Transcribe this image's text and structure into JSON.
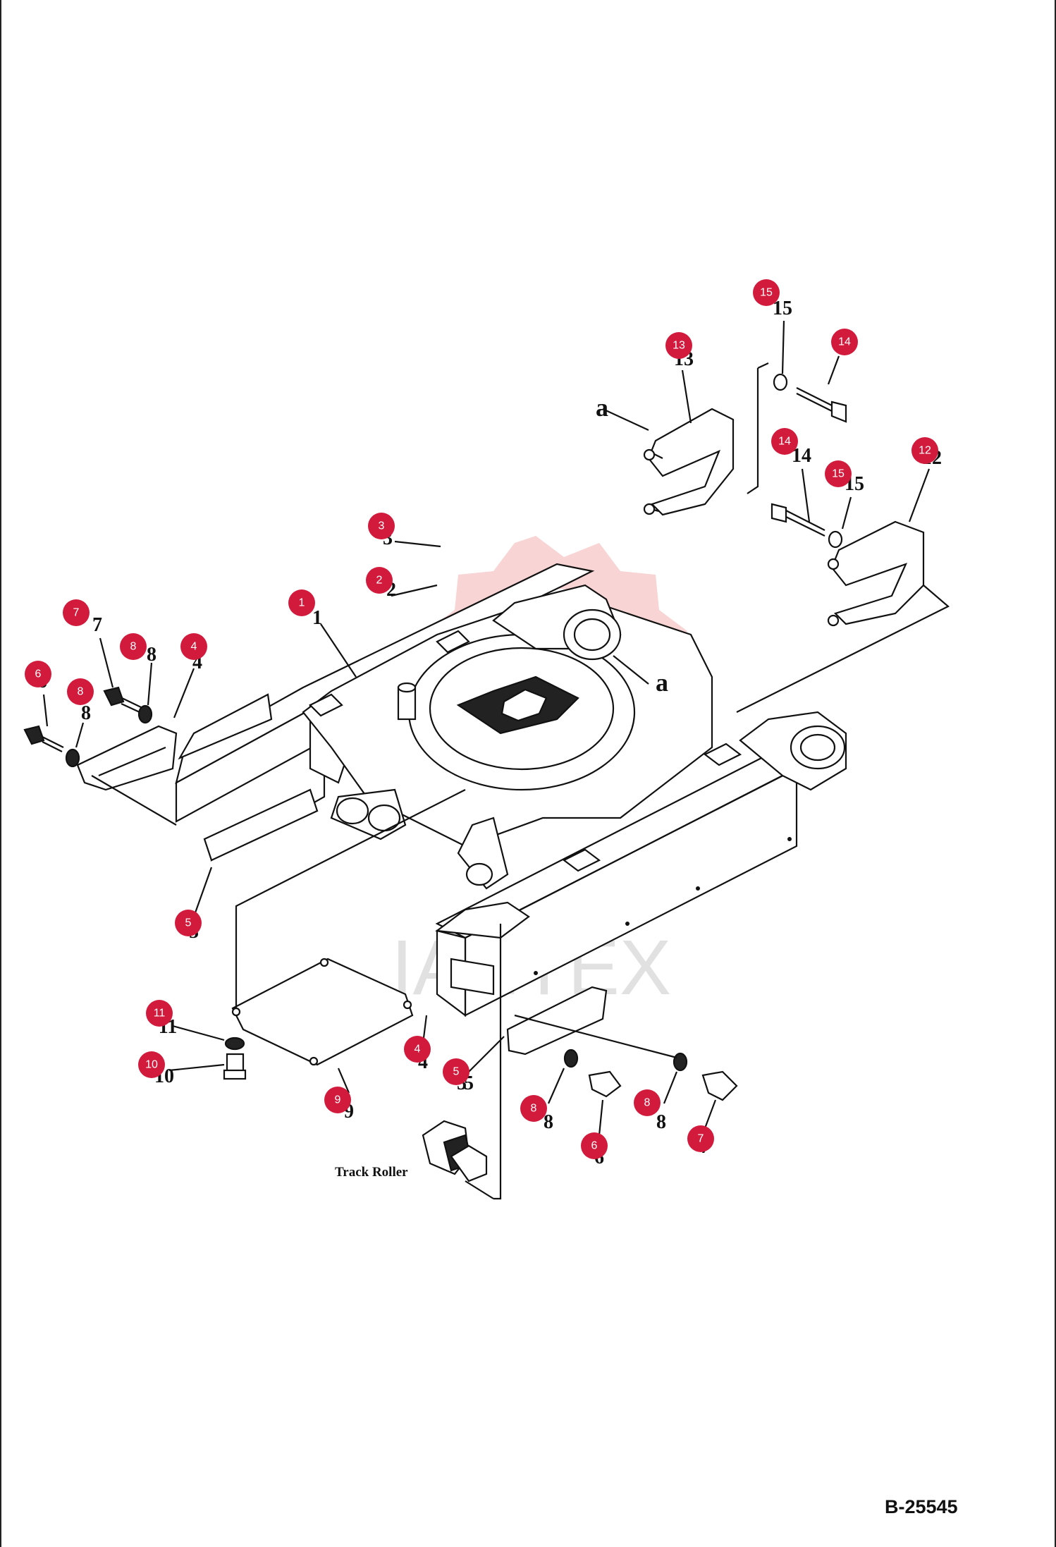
{
  "document": {
    "code": "B-25545",
    "watermark": "IAHTEX"
  },
  "labels": {
    "track_roller": "Track Roller",
    "ref_a_top": "a",
    "ref_a_frame": "a"
  },
  "callouts": [
    "1",
    "2",
    "3",
    "4",
    "4",
    "5",
    "5",
    "5",
    "6",
    "6",
    "7",
    "7",
    "8",
    "8",
    "8",
    "8",
    "9",
    "10",
    "11",
    "12",
    "13",
    "14",
    "14",
    "15",
    "15"
  ],
  "printed_numbers": [
    "1",
    "2",
    "3",
    "4",
    "4",
    "5",
    "5",
    "5",
    "6",
    "6",
    "7",
    "7",
    "8",
    "8",
    "8",
    "8",
    "9",
    "10",
    "11",
    "12",
    "13",
    "14",
    "14",
    "15",
    "15"
  ],
  "colors": {
    "callout": "#d21a3c",
    "watermark": "#f2a3a3",
    "line": "#111111"
  }
}
